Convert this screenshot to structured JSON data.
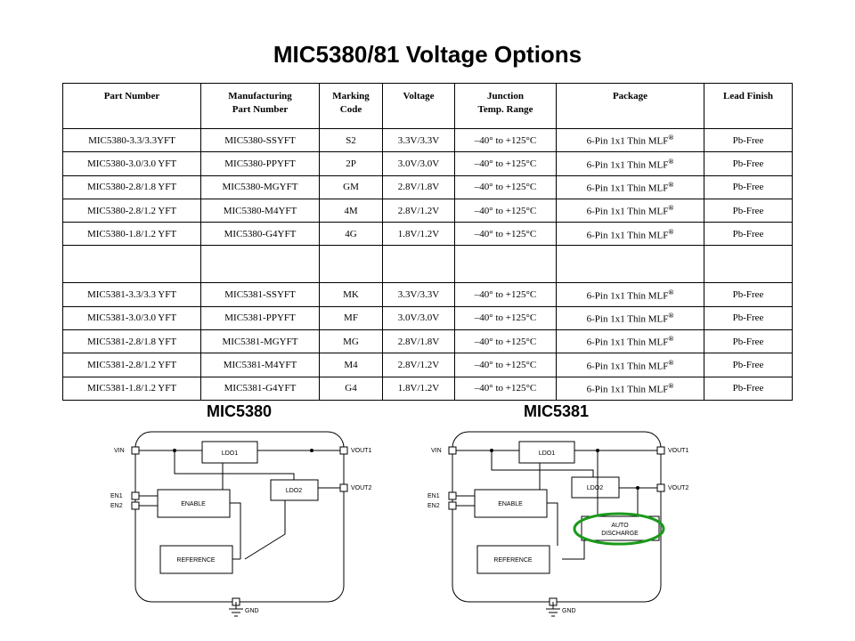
{
  "title": "MIC5380/81 Voltage Options",
  "table": {
    "headers": [
      [
        "Part Number"
      ],
      [
        "Manufacturing",
        "Part Number"
      ],
      [
        "Marking",
        "Code"
      ],
      [
        "Voltage"
      ],
      [
        "Junction",
        "Temp.  Range"
      ],
      [
        "Package"
      ],
      [
        "Lead Finish"
      ]
    ],
    "rows": [
      [
        "MIC5380-3.3/3.3YFT",
        "MIC5380-SSYFT",
        "S2",
        "3.3V/3.3V",
        "–40° to +125°C",
        "6-Pin 1x1 Thin MLF",
        "Pb-Free"
      ],
      [
        "MIC5380-3.0/3.0  YFT",
        "MIC5380-PPYFT",
        "2P",
        "3.0V/3.0V",
        "–40° to +125°C",
        "6-Pin 1x1 Thin MLF",
        "Pb-Free"
      ],
      [
        "MIC5380-2.8/1.8  YFT",
        "MIC5380-MGYFT",
        "GM",
        "2.8V/1.8V",
        "–40° to +125°C",
        "6-Pin 1x1 Thin MLF",
        "Pb-Free"
      ],
      [
        "MIC5380-2.8/1.2  YFT",
        "MIC5380-M4YFT",
        "4M",
        "2.8V/1.2V",
        "–40° to +125°C",
        "6-Pin 1x1 Thin MLF",
        "Pb-Free"
      ],
      [
        "MIC5380-1.8/1.2  YFT",
        "MIC5380-G4YFT",
        "4G",
        "1.8V/1.2V",
        "–40° to +125°C",
        "6-Pin 1x1 Thin MLF",
        "Pb-Free"
      ],
      [
        "",
        "",
        "",
        "",
        "",
        "",
        ""
      ],
      [
        "MIC5381-3.3/3.3  YFT",
        "MIC5381-SSYFT",
        "MK",
        "3.3V/3.3V",
        "–40° to +125°C",
        "6-Pin 1x1 Thin MLF",
        "Pb-Free"
      ],
      [
        "MIC5381-3.0/3.0  YFT",
        "MIC5381-PPYFT",
        "MF",
        "3.0V/3.0V",
        "–40° to +125°C",
        "6-Pin 1x1 Thin MLF",
        "Pb-Free"
      ],
      [
        "MIC5381-2.8/1.8  YFT",
        "MIC5381-MGYFT",
        "MG",
        "2.8V/1.8V",
        "–40° to +125°C",
        "6-Pin 1x1 Thin MLF",
        "Pb-Free"
      ],
      [
        "MIC5381-2.8/1.2  YFT",
        "MIC5381-M4YFT",
        "M4",
        "2.8V/1.2V",
        "–40° to +125°C",
        "6-Pin 1x1 Thin MLF",
        "Pb-Free"
      ],
      [
        "MIC5381-1.8/1.2  YFT",
        "MIC5381-G4YFT",
        "G4",
        "1.8V/1.2V",
        "–40° to +125°C",
        "6-Pin 1x1 Thin MLF",
        "Pb-Free"
      ]
    ],
    "package_superscript": "®",
    "blank_row_index": 5,
    "package_col_index": 5
  },
  "diagrams": {
    "left": {
      "title": "MIC5380",
      "labels": {
        "vin": "VIN",
        "vout1": "VOUT1",
        "vout2": "VOUT2",
        "en1": "EN1",
        "en2": "EN2",
        "gnd": "GND",
        "ldo1": "LDO1",
        "ldo2": "LDO2",
        "enable": "ENABLE",
        "reference": "REFERENCE"
      }
    },
    "right": {
      "title": "MIC5381",
      "labels": {
        "vin": "VIN",
        "vout1": "VOUT1",
        "vout2": "VOUT2",
        "en1": "EN1",
        "en2": "EN2",
        "gnd": "GND",
        "ldo1": "LDO1",
        "ldo2": "LDO2",
        "enable": "ENABLE",
        "reference": "REFERENCE",
        "auto_discharge_1": "AUTO",
        "auto_discharge_2": "DISCHARGE"
      },
      "highlight_color": "#1a9a1a"
    }
  }
}
